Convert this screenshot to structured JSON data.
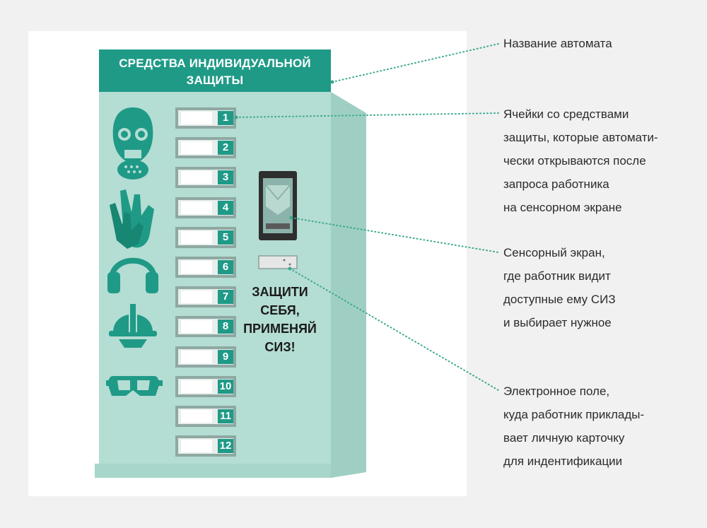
{
  "machine": {
    "title": "СРЕДСТВА ИНДИВИДУАЛЬНОЙ ЗАЩИТЫ",
    "slogan": "ЗАЩИТИ СЕБЯ, ПРИМЕНЯЙ СИЗ!",
    "cells": [
      "1",
      "2",
      "3",
      "4",
      "5",
      "6",
      "7",
      "8",
      "9",
      "10",
      "11",
      "12"
    ],
    "icons": [
      "gas-mask-icon",
      "gloves-icon",
      "ear-muffs-icon",
      "hard-hat-icon",
      "safety-goggles-icon"
    ]
  },
  "callouts": {
    "name": "Название автомата",
    "cells": "Ячейки со средствами\nзащиты, которые автомати-\nчески открываются после\nзапроса работника\nна сенсорном экране",
    "screen": "Сенсорный экран,\nгде работник видит\nдоступные ему СИЗ\nи выбирает нужное",
    "reader": "Электронное поле,\nкуда работник приклады-\nвает личную карточку\nдля индентификации"
  },
  "colors": {
    "body": "#b4ddd3",
    "side": "#9fcfc3",
    "accent": "#1f9a87",
    "screen": "#3a3a3a",
    "leader": "#3aa88f"
  }
}
